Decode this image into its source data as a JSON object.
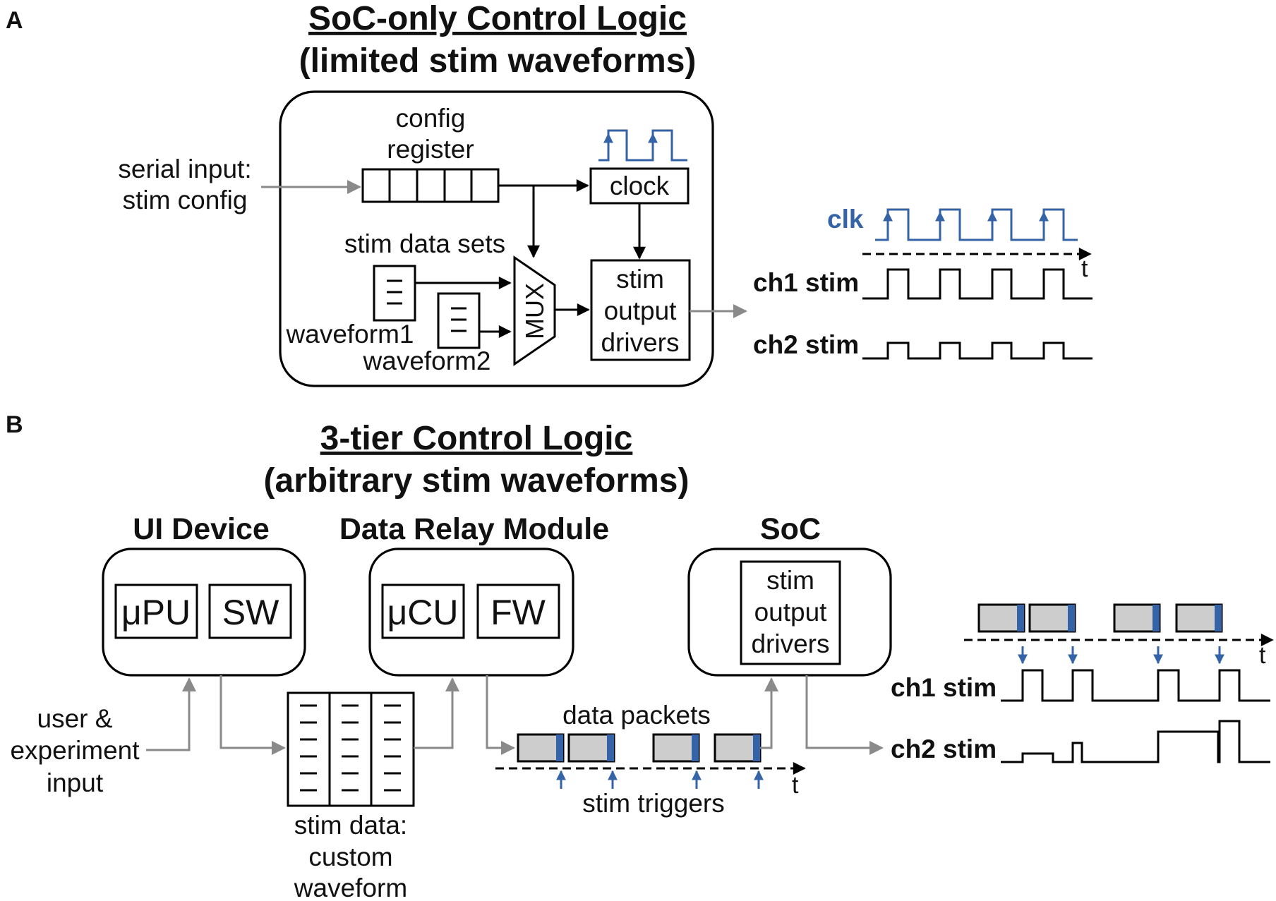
{
  "colors": {
    "blue": "#3463a8",
    "gray_arrow": "#8a8a8a",
    "packet_fill": "#cdcdcd",
    "line": "#000000"
  },
  "panel_a": {
    "label": "A",
    "title_line1": "SoC-only Control Logic",
    "title_line2": "(limited stim waveforms)",
    "serial_input_line1": "serial input:",
    "serial_input_line2": "stim config",
    "config_line1": "config",
    "config_line2": "register",
    "clock": "clock",
    "stim_data_sets": "stim data sets",
    "mux": "MUX",
    "waveform1": "waveform1",
    "waveform2": "waveform2",
    "driver_line1": "stim",
    "driver_line2": "output",
    "driver_line3": "drivers",
    "clk": "clk",
    "t": "t",
    "ch1": "ch1 stim",
    "ch2": "ch2 stim"
  },
  "panel_b": {
    "label": "B",
    "title_line1": "3-tier Control Logic",
    "title_line2": "(arbitrary stim waveforms)",
    "ui_device": "UI Device",
    "data_relay": "Data Relay Module",
    "soc": "SoC",
    "upu": "μPU",
    "sw": "SW",
    "ucu": "μCU",
    "fw": "FW",
    "driver_line1": "stim",
    "driver_line2": "output",
    "driver_line3": "drivers",
    "user_line1": "user &",
    "user_line2": "experiment",
    "user_line3": "input",
    "stim_data_line1": "stim data:",
    "stim_data_line2": "custom",
    "stim_data_line3": "waveform",
    "data_packets": "data packets",
    "stim_triggers": "stim triggers",
    "t": "t",
    "ch1": "ch1 stim",
    "ch2": "ch2 stim"
  }
}
